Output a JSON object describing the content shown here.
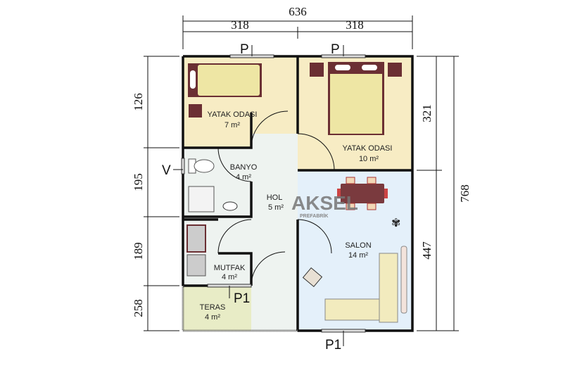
{
  "plan": {
    "dimensions": {
      "total_width": "636",
      "left_width": "318",
      "right_width": "318",
      "left_heights": [
        "126",
        "195",
        "189",
        "258"
      ],
      "right_heights": [
        "321",
        "447"
      ],
      "total_height": "768"
    },
    "rooms": [
      {
        "name": "YATAK ODASI",
        "area": "7 m²"
      },
      {
        "name": "YATAK ODASI",
        "area": "10 m²"
      },
      {
        "name": "BANYO",
        "area": "4 m²"
      },
      {
        "name": "HOL",
        "area": "5 m²"
      },
      {
        "name": "SALON",
        "area": "14 m²"
      },
      {
        "name": "MUTFAK",
        "area": "4 m²"
      },
      {
        "name": "TERAS",
        "area": "4 m²"
      }
    ],
    "openings": {
      "window_bed1": "P",
      "window_bed2": "P",
      "window_bath": "V",
      "door_kitchen": "P1",
      "door_salon": "P1"
    },
    "watermark": {
      "brand": "AKSEL",
      "sub": "PREFABRİK"
    },
    "colors": {
      "bedroom": "#f7ecc4",
      "wet": "#eef3f0",
      "salon": "#e4f0fa",
      "teras": "#e8ecc6",
      "wood": "#6b2f33"
    }
  }
}
